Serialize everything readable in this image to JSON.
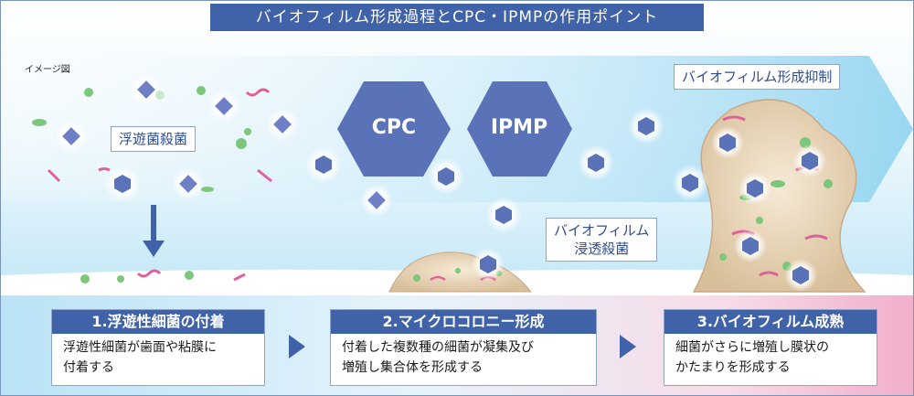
{
  "title": "バイオフィルム形成過程とCPC・IPMPの作用ポイント",
  "image_note": "イメージ図",
  "labels": {
    "planktonic_kill": "浮遊菌殺菌",
    "biofilm_inhibit": "バイオフィルム形成抑制",
    "biofilm_penetrate_line1": "バイオフィルム",
    "biofilm_penetrate_line2": "浸透殺菌"
  },
  "agents": {
    "cpc": "CPC",
    "ipmp": "IPMP"
  },
  "steps": [
    {
      "title": "1.浮遊性細菌の付着",
      "line1": "浮遊性細菌が歯面や粘膜に",
      "line2": "付着する"
    },
    {
      "title": "2.マイクロコロニー形成",
      "line1": "付着した複数種の細菌が凝集及び",
      "line2": "増殖し集合体を形成する"
    },
    {
      "title": "3.バイオフィルム成熟",
      "line1": "細菌がさらに増殖し膜状の",
      "line2": "かたまりを形成する"
    }
  ],
  "colors": {
    "accent": "#3f62a8",
    "hexagon": "#5a73b8",
    "bacteria_green": "#7cc77a",
    "bacteria_pink": "#e0609a"
  }
}
